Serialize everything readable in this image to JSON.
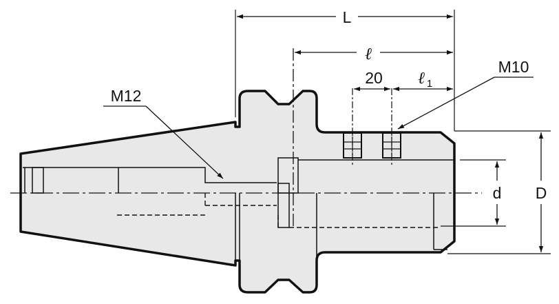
{
  "labels": {
    "L": "L",
    "l": "ℓ",
    "l1": "ℓ",
    "l1_sub": "1",
    "twenty": "20",
    "m10": "M10",
    "m12": "M12",
    "d": "d",
    "D": "D"
  },
  "colors": {
    "body_fill": "#e8e8e8",
    "outline": "#111111",
    "background": "#ffffff"
  }
}
